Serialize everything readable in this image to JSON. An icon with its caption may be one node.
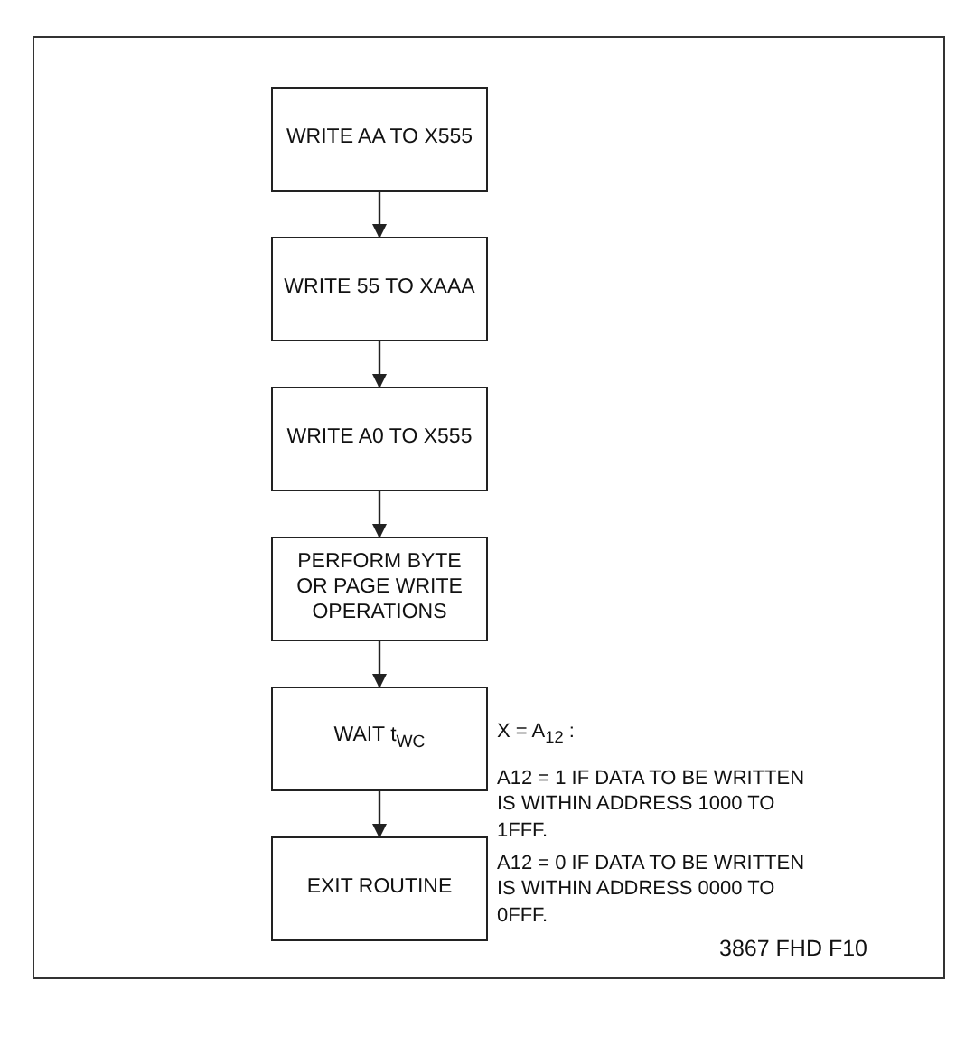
{
  "diagram": {
    "nodes": [
      {
        "text": [
          "WRITE  AA TO X555"
        ]
      },
      {
        "text": [
          "WRITE 55 TO XAAA"
        ]
      },
      {
        "text": [
          "WRITE A0 TO X555"
        ]
      },
      {
        "text": [
          "PERFORM BYTE OR PAGE WRITE OPERATIONS"
        ]
      },
      {
        "text": [
          "WAIT t$_{WC}$"
        ]
      },
      {
        "text": [
          "EXIT ROUTINE"
        ]
      }
    ],
    "edges": [
      {
        "from": 0,
        "to": 1,
        "arrow": "to"
      },
      {
        "from": 1,
        "to": 2,
        "arrow": "to"
      },
      {
        "from": 2,
        "to": 3,
        "arrow": "to"
      },
      {
        "from": 3,
        "to": 4,
        "arrow": "to"
      },
      {
        "from": 4,
        "to": 5,
        "arrow": "to"
      }
    ],
    "labels": [
      "X = A$_{12}$ :",
      "A12 = 1 IF DATA TO BE WRITTEN IS WITHIN ADDRESS 1000 TO 1FFF.",
      "A12 = 0 IF DATA TO BE WRITTEN IS WITHIN ADDRESS 0000 TO 0FFF.",
      "3867 FHD F10"
    ]
  }
}
